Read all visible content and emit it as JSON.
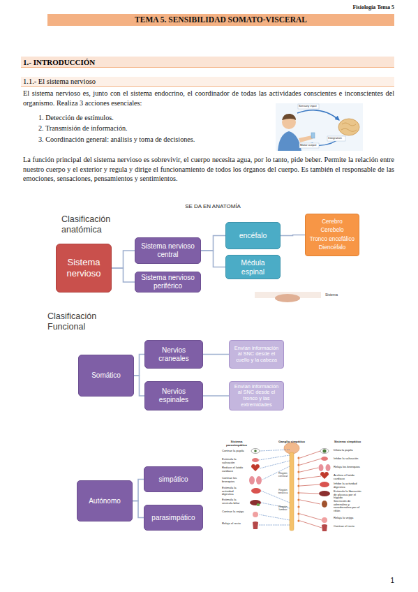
{
  "diagram": {
    "title": "TEMA 5. SENSIBILIDAD SOMATO-VISCERAL",
    "nodes": [
      {
        "text": [
          "1.- INTRODUCCIÓN"
        ]
      },
      {
        "text": [
          "1.1.- El sistema nervioso"
        ]
      },
      {
        "text": [
          "Sistema nervioso"
        ]
      },
      {
        "text": [
          "Sistema nervioso central"
        ]
      },
      {
        "text": [
          "Sistema nervioso periférico"
        ]
      },
      {
        "text": [
          "encéfalo"
        ]
      },
      {
        "text": [
          "Médula espinal"
        ]
      },
      {
        "text": [
          "Cerebro",
          "Cerebelo",
          "Tronco encefálico",
          "Diencéfalo"
        ]
      },
      {
        "text": [
          "Somático"
        ]
      },
      {
        "text": [
          "Nervios craneales"
        ]
      },
      {
        "text": [
          "Nervios espinales"
        ]
      },
      {
        "text": [
          "Envían información al SNC desde el cuello y la cabeza"
        ]
      },
      {
        "text": [
          "Envían información al SNC desde el tronco y las extremidades"
        ]
      },
      {
        "text": [
          "Autónomo"
        ]
      },
      {
        "text": [
          "simpático"
        ]
      },
      {
        "text": [
          "parasimpático"
        ]
      }
    ],
    "edges": [
      {
        "from": 2,
        "to": 3,
        "arrow": "none"
      },
      {
        "from": 2,
        "to": 4,
        "arrow": "none"
      },
      {
        "from": 3,
        "to": 5,
        "arrow": "none"
      },
      {
        "from": 3,
        "to": 6,
        "arrow": "none"
      },
      {
        "from": 5,
        "to": 7,
        "arrow": "none"
      },
      {
        "from": 8,
        "to": 9,
        "arrow": "none"
      },
      {
        "from": 8,
        "to": 10,
        "arrow": "none"
      },
      {
        "from": 9,
        "to": 11,
        "arrow": "none"
      },
      {
        "from": 10,
        "to": 12,
        "arrow": "none"
      },
      {
        "from": 13,
        "to": 14,
        "arrow": "none"
      },
      {
        "from": 13,
        "to": 15,
        "arrow": "none"
      }
    ],
    "labels": [
      "Fisiología Tema 5",
      "El sistema nervioso es, junto con el sistema endocrino, el coordinador de todas las actividades conscientes e inconscientes del organismo. Realiza 3 acciones esenciales:",
      "1. Detección de estímulos.",
      "2. Transmisión de información.",
      "3. Coordinación general: análisis y toma de decisiones.",
      "Sensory input",
      "Integration",
      "Motor output",
      "La función principal del sistema nervioso es sobrevivir, el cuerpo necesita agua, por lo tanto, pide beber. Permite la relación entre nuestro cuerpo y el exterior y regula y dirige el funcionamiento de todos los órganos del cuerpo. Es también el responsable de las emociones, sensaciones, pensamientos y sentimientos.",
      "SE DA EN ANATOMÍA",
      "Clasificación anatómica",
      "Sistema",
      "Clasificación Funcional",
      "Sistema parasimpático",
      "Ganglio simpático",
      "Sistema simpático",
      "Contrae la pupila",
      "Estimula la salivación",
      "Reduce el latido cardiaco",
      "Contrae los bronquios",
      "Estimula la actividad digestiva",
      "Estimula la vesícula biliar",
      "Contrae la vejiga",
      "Relaja el recto",
      "Región cervical",
      "Región torácica",
      "Región lumbar",
      "Dilata la pupila",
      "Inhibe la salivación",
      "Relaja los bronquios",
      "Acelera el latido cardiaco",
      "Inhibe la actividad digestiva",
      "Estimula la liberación de glucosa por el hígado",
      "Secreción de adrenalina y noradrenalina por el riñón",
      "Relaja la vejiga",
      "Contrae el recto",
      "1"
    ]
  }
}
